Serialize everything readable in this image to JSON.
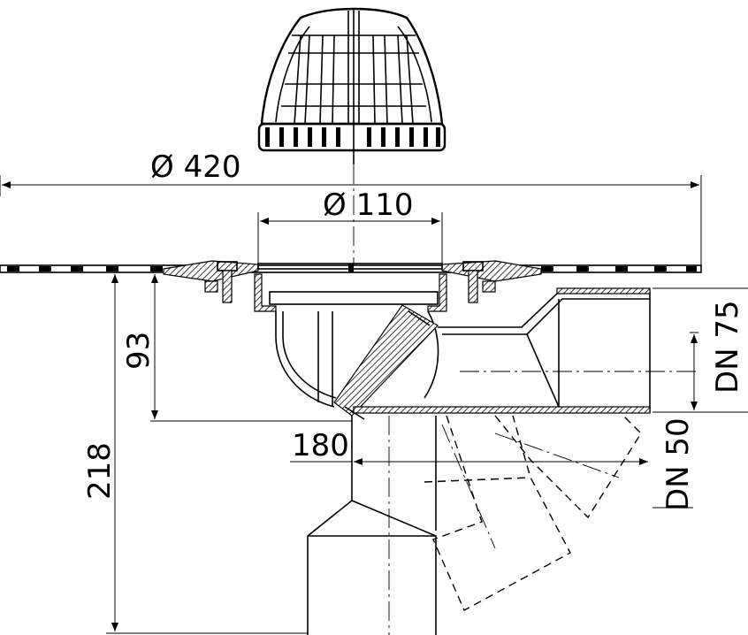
{
  "dimensions": {
    "overall_diameter": "Ø 420",
    "flange_diameter": "Ø 110",
    "height_outlet": "93",
    "total_height": "218",
    "offset": "180",
    "outlet_large": "DN 75",
    "outlet_small": "DN 50"
  }
}
